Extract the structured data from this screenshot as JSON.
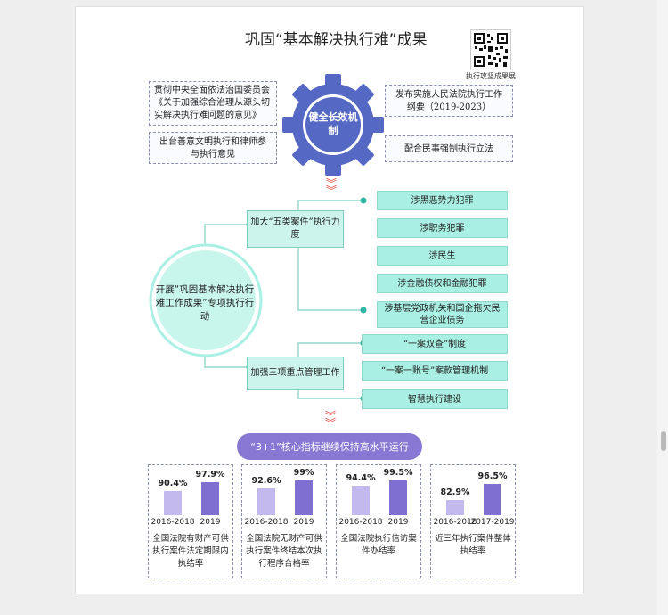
{
  "title": "巩固“基本解决执行难”成果",
  "qr": {
    "caption": "执行攻坚成果展"
  },
  "gear": {
    "center_label": "健全长效机制"
  },
  "gear_items": {
    "top_left": "贯彻中央全面依法治国委员会《关于加强综合治理从源头切实解决执行难问题的意见》",
    "bottom_left": "出台善意文明执行和律师参与执行意见",
    "top_right": "发布实施人民法院执行工作纲要（2019-2023）",
    "bottom_right": "配合民事强制执行立法"
  },
  "action": {
    "circle_label": "开展“巩固基本解决执行难工作成果”专项执行行动"
  },
  "branch_one": {
    "label": "加大“五类案件”执行力度",
    "items": [
      "涉黑恶势力犯罪",
      "涉职务犯罪",
      "涉民生",
      "涉金融债权和金融犯罪",
      "涉基层党政机关和国企拖欠民营企业债务"
    ]
  },
  "branch_two": {
    "label": "加强三项重点管理工作",
    "items": [
      "“一案双查”制度",
      "“一案一账号”案款管理机制",
      "智慧执行建设"
    ]
  },
  "banner": "“3+1”核心指标继续保持高水平运行",
  "colors": {
    "gear": "#5568c4",
    "teal": "#a9efe3",
    "circle": "#c8f5ec",
    "bar_light": "#c3b9ef",
    "bar_dark": "#7f6fd0",
    "banner": "#8878d4",
    "chevron": "#e0453f"
  },
  "chart_data": [
    {
      "type": "bar",
      "categories": [
        "2016-2018",
        "2019"
      ],
      "values": [
        90.4,
        97.9
      ],
      "value_labels": [
        "90.4%",
        "97.9%"
      ],
      "caption": "全国法院有财产可供执行案件法定期限内执结率"
    },
    {
      "type": "bar",
      "categories": [
        "2016-2018",
        "2019"
      ],
      "values": [
        92.6,
        99
      ],
      "value_labels": [
        "92.6%",
        "99%"
      ],
      "caption": "全国法院无财产可供执行案件终结本次执行程序合格率"
    },
    {
      "type": "bar",
      "categories": [
        "2016-2018",
        "2019"
      ],
      "values": [
        94.4,
        99.5
      ],
      "value_labels": [
        "94.4%",
        "99.5%"
      ],
      "caption": "全国法院执行信访案件办结率"
    },
    {
      "type": "bar",
      "categories": [
        "2016-2018",
        "2017-2019"
      ],
      "values": [
        82.9,
        96.5
      ],
      "value_labels": [
        "82.9%",
        "96.5%"
      ],
      "caption": "近三年执行案件整体执结率"
    }
  ]
}
